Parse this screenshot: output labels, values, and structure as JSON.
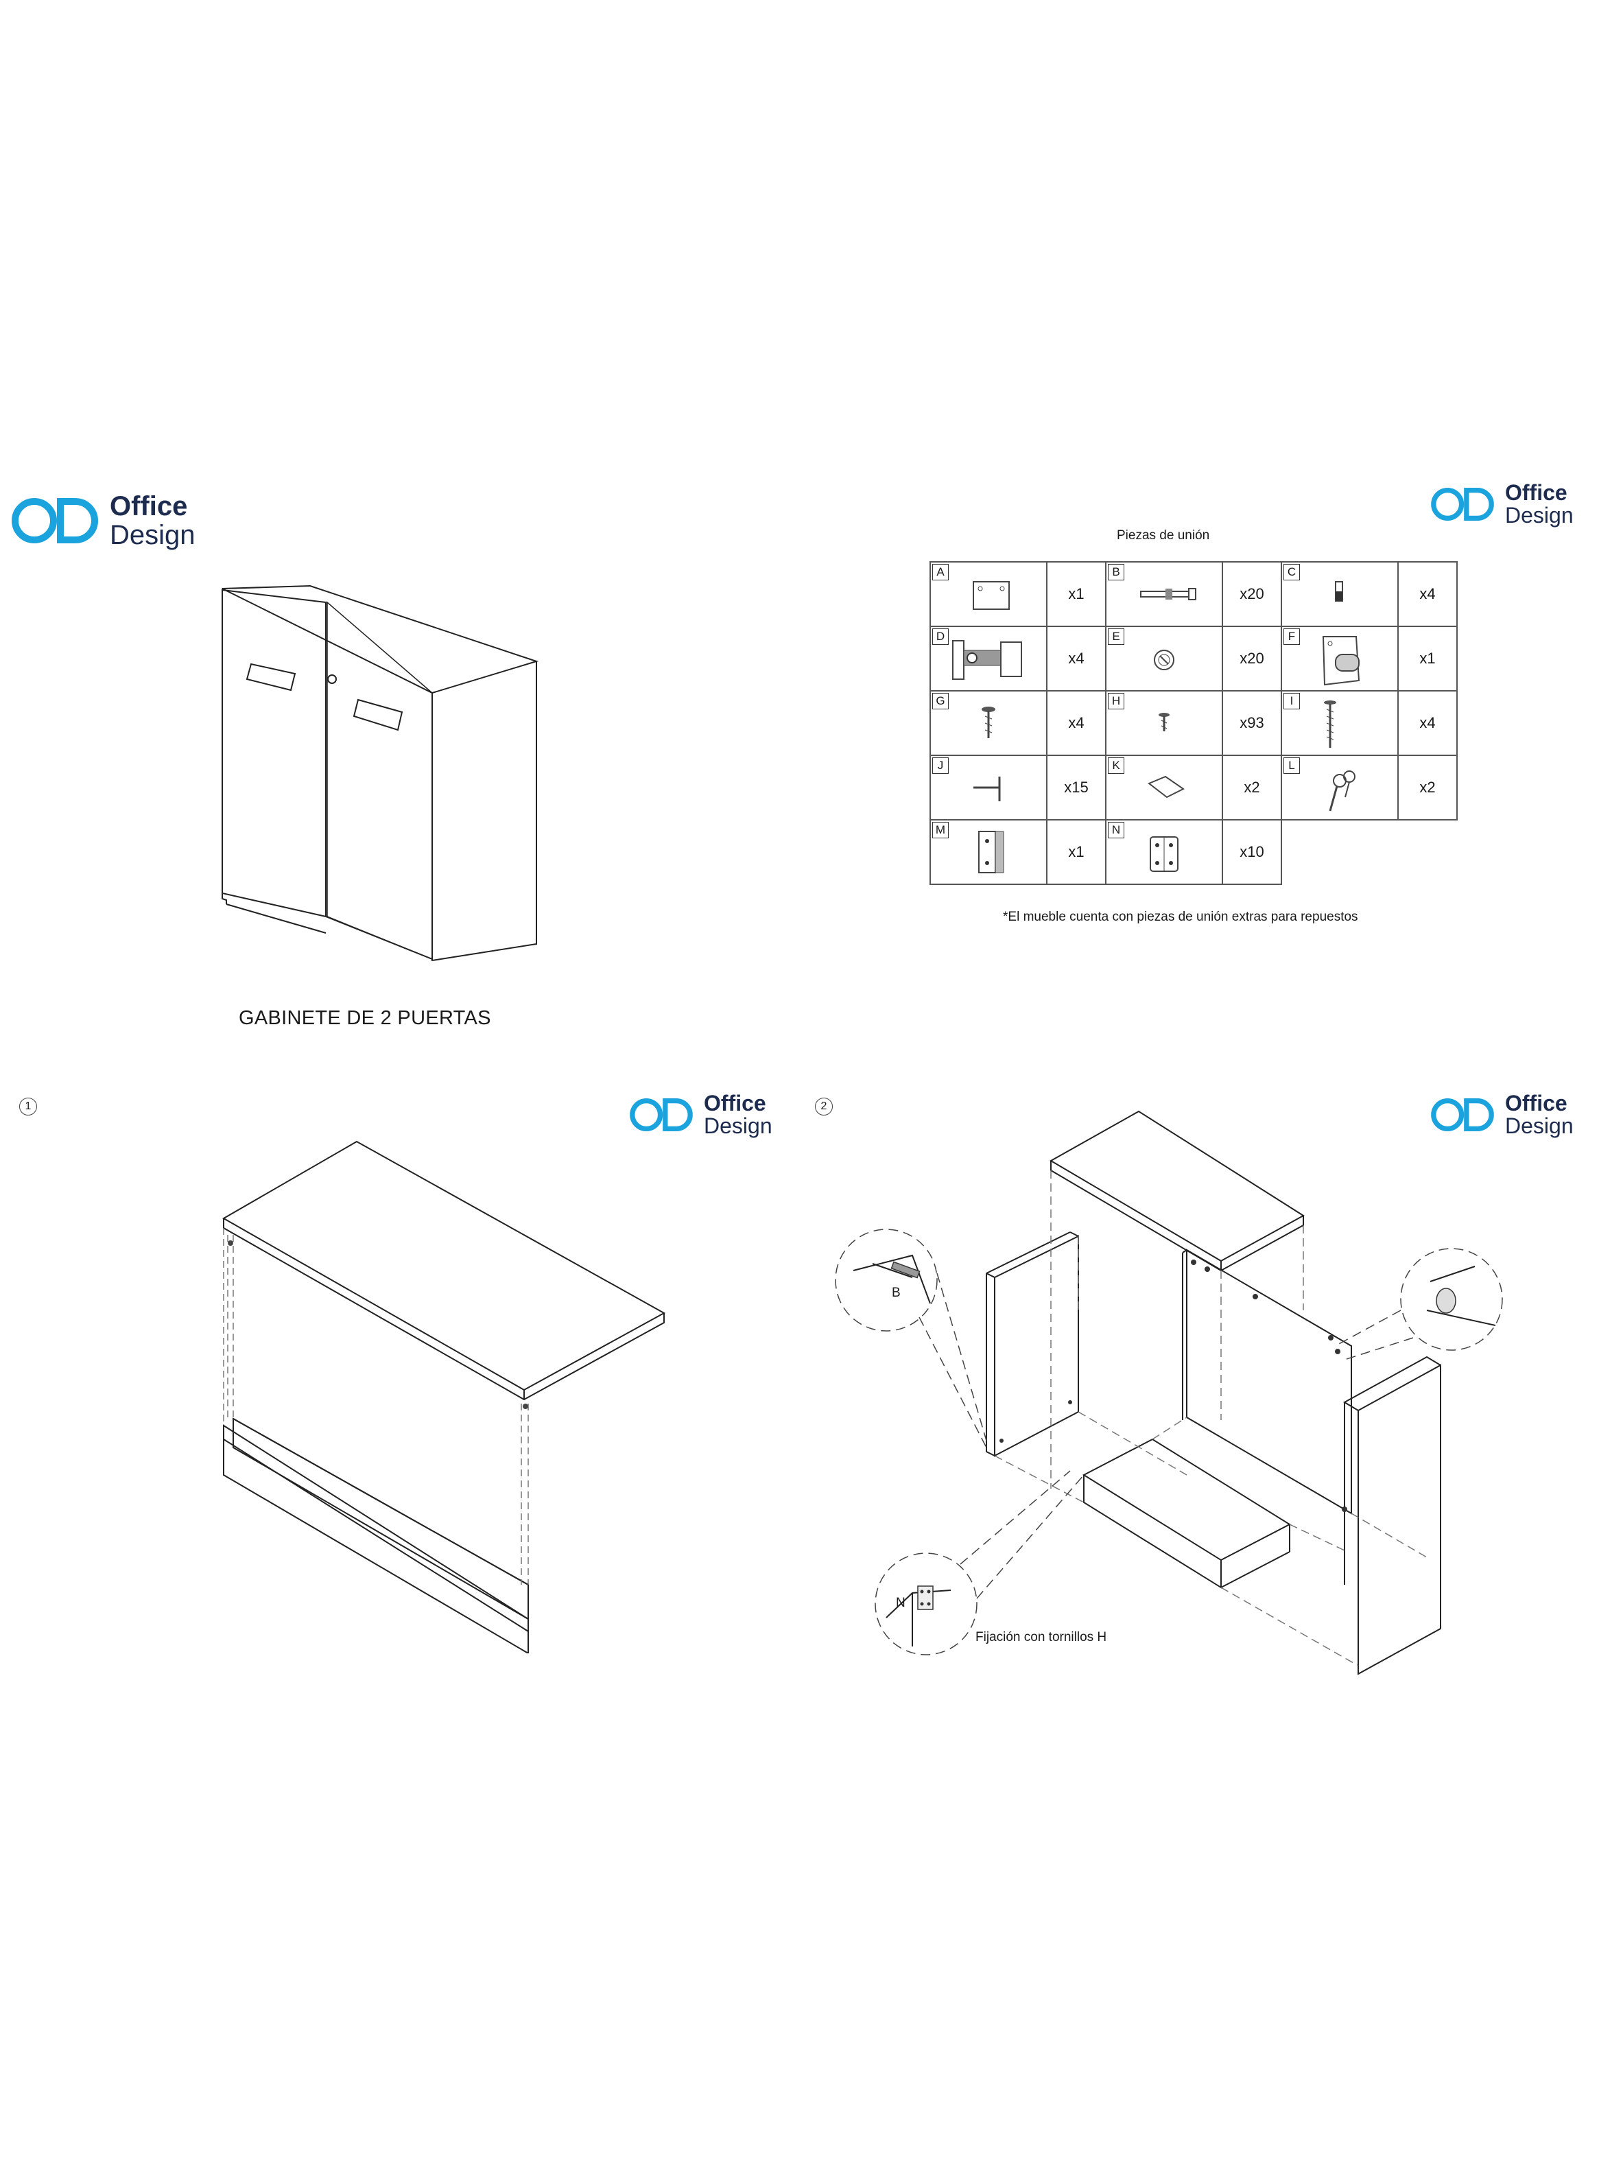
{
  "brand": {
    "word1": "Office",
    "word2": "Design",
    "accent": "#1aa3dc",
    "navy": "#1d2b4f"
  },
  "cover": {
    "title": "GABINETE DE 2 PUERTAS"
  },
  "parts_table": {
    "title": "Piezas de unión",
    "rows": [
      [
        {
          "letter": "A",
          "qty": "x1",
          "icon": "plate-icon"
        },
        {
          "letter": "B",
          "qty": "x20",
          "icon": "bolt-icon"
        },
        {
          "letter": "C",
          "qty": "x4",
          "icon": "dowel-icon"
        }
      ],
      [
        {
          "letter": "D",
          "qty": "x4",
          "icon": "hinge-icon"
        },
        {
          "letter": "E",
          "qty": "x20",
          "icon": "cam-lock-icon"
        },
        {
          "letter": "F",
          "qty": "x1",
          "icon": "lock-icon"
        }
      ],
      [
        {
          "letter": "G",
          "qty": "x4",
          "icon": "screw-icon"
        },
        {
          "letter": "H",
          "qty": "x93",
          "icon": "short-screw-icon"
        },
        {
          "letter": "I",
          "qty": "x4",
          "icon": "long-screw-icon"
        }
      ],
      [
        {
          "letter": "J",
          "qty": "x15",
          "icon": "pin-icon"
        },
        {
          "letter": "K",
          "qty": "x2",
          "icon": "wedge-icon"
        },
        {
          "letter": "L",
          "qty": "x2",
          "icon": "keys-icon"
        }
      ],
      [
        {
          "letter": "M",
          "qty": "x1",
          "icon": "bracket-icon"
        },
        {
          "letter": "N",
          "qty": "x10",
          "icon": "corner-plate-icon"
        }
      ]
    ],
    "note": "*El mueble cuenta con piezas de unión extras para repuestos"
  },
  "steps": [
    {
      "number": "1"
    },
    {
      "number": "2",
      "callout_b": "B",
      "callout_n": "N",
      "caption": "Fijación con tornillos H"
    }
  ]
}
